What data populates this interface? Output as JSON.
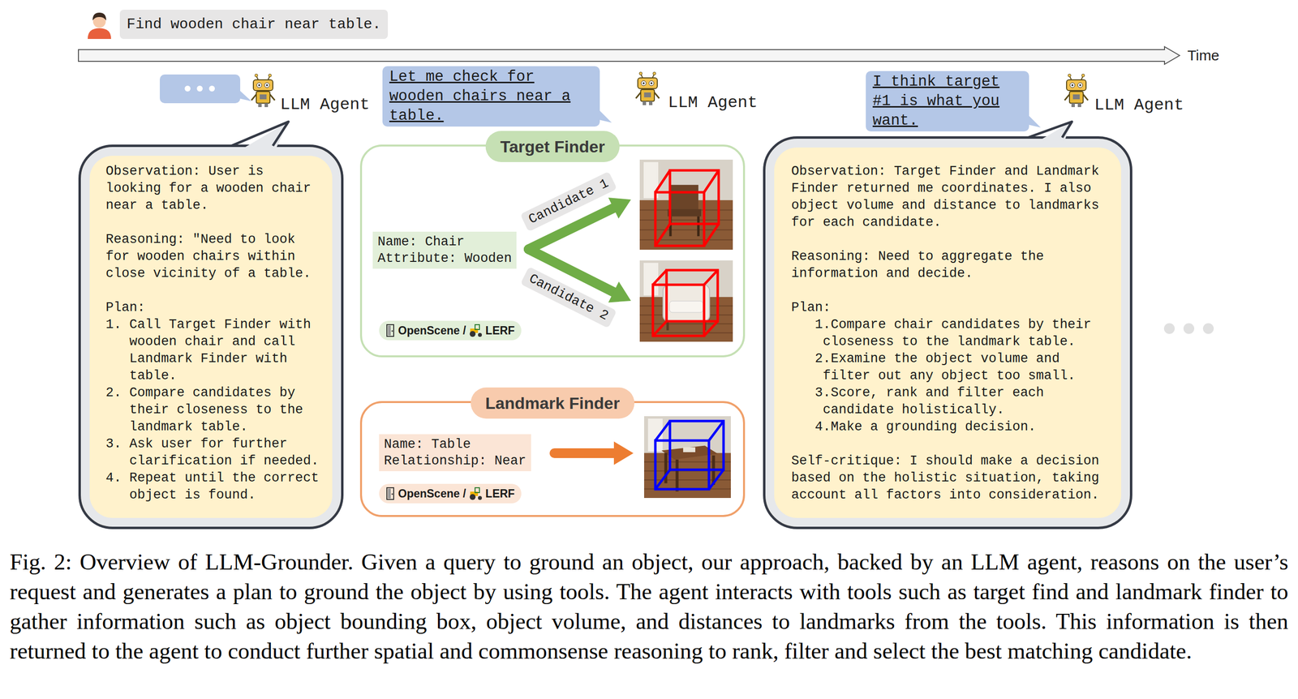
{
  "diagram": {
    "caption": "Fig. 2: Overview of LLM-Grounder. Given a query to ground an object, our approach, backed by an LLM agent, reasons on the user’s request and generates a plan to ground the object by using tools. The agent interacts with tools such as target find and landmark finder to gather information such as object bounding box, object volume, and distances to landmarks from the tools. This information is then returned to the agent to conduct further spatial and commonsense reasoning to rank, filter and select the best matching candidate.",
    "nodes": [
      {
        "text": [
          "Find wooden chair near table."
        ]
      },
      {
        "text": [
          "Let me check for wooden chairs near a table."
        ]
      },
      {
        "text": [
          "I think target #1 is what you want."
        ]
      },
      {
        "text": [
          "Observation: User is looking for a wooden chair near a table.",
          "Reasoning: \"Need to look for wooden chairs within close vicinity of a table.",
          "Plan:",
          "1. Call Target Finder with wooden chair and call Landmark Finder with table.",
          "2. Compare candidates by their closeness to the landmark table.",
          "3. Ask user for further clarification if needed.",
          "4. Repeat until the correct object is found."
        ]
      },
      {
        "text": [
          "Target Finder"
        ]
      },
      {
        "text": [
          "Name: Chair",
          "Attribute: Wooden"
        ],
        "in": 4
      },
      {
        "text": [
          "Candidate 1"
        ],
        "in": 4
      },
      {
        "text": [
          "Candidate 2"
        ],
        "in": 4
      },
      {
        "text": [
          "OpenScene /",
          "LERF"
        ],
        "in": 4
      },
      {
        "text": [
          "Landmark Finder"
        ]
      },
      {
        "text": [
          "Name: Table",
          "Relationship: Near"
        ],
        "in": 9
      },
      {
        "text": [
          "OpenScene /",
          "LERF"
        ],
        "in": 9
      },
      {
        "text": [
          "Observation: Target Finder and Landmark Finder returned me coordinates. I also object volume and distance to landmarks for each candidate.",
          "Reasoning: Need to aggregate the information and decide.",
          "Plan:",
          "1.Compare chair candidates by their closeness to the landmark table.",
          "2.Examine the object volume and filter out any object too small.",
          "3.Score, rank and filter each candidate holistically.",
          "4.Make a grounding decision.",
          "Self-critique: I should make a decision based on the holistic situation, taking account all factors into consideration."
        ]
      }
    ],
    "labels": [
      "Time",
      "LLM Agent",
      "LLM Agent",
      "LLM Agent"
    ]
  }
}
